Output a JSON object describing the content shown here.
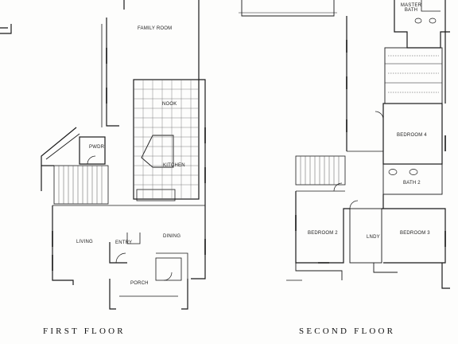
{
  "first_floor": {
    "caption": "FIRST FLOOR",
    "rooms": {
      "family_room": "FAMILY ROOM",
      "nook": "NOOK",
      "kitchen": "KITCHEN",
      "pwdr": "PWDR",
      "living": "LIVING",
      "entry": "ENTRY",
      "dining": "DINING",
      "porch": "PORCH"
    }
  },
  "second_floor": {
    "caption": "SECOND FLOOR",
    "rooms": {
      "master_bath": "MASTER BATH",
      "bedroom_4": "BEDROOM 4",
      "bath_2": "BATH 2",
      "bedroom_2": "BEDROOM 2",
      "lndy": "LNDY",
      "bedroom_3": "BEDROOM 3"
    }
  },
  "colors": {
    "line": "#1a1a1a",
    "paper": "#fdfdfc"
  }
}
